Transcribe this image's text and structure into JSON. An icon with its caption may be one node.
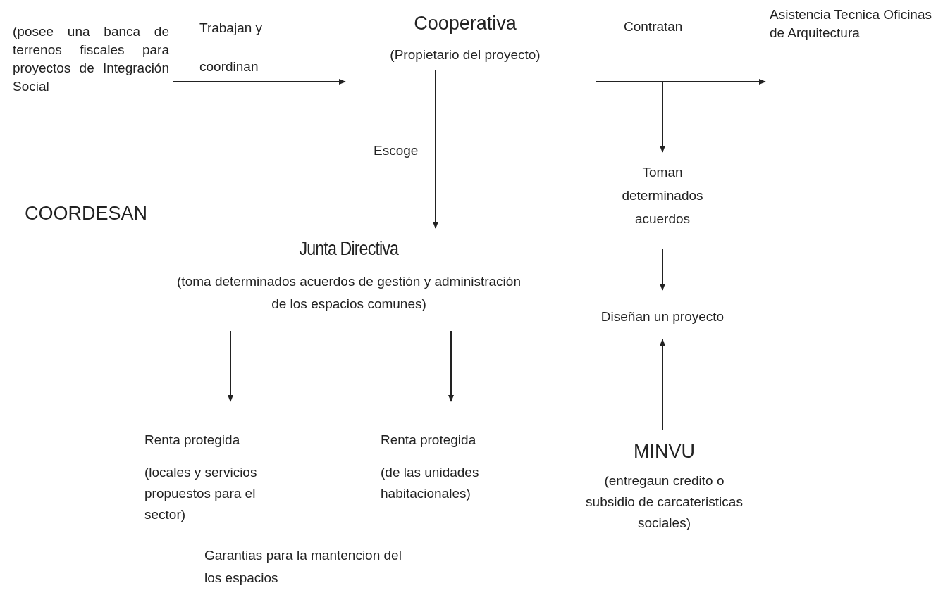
{
  "diagram": {
    "nodes": [
      {
        "text": [
          "(posee una banca de terrenos fiscales para proyectos de Integración Social"
        ]
      },
      {
        "text": [
          "Cooperativa",
          "(Propietario del proyecto)"
        ]
      },
      {
        "text": [
          "Asistencia Tecnica Oficinas de Arquitectura"
        ]
      },
      {
        "text": [
          "Junta Directiva",
          "(toma determinados acuerdos de gestión y administración de los espacios comunes)"
        ]
      },
      {
        "text": [
          "Toman determinados acuerdos"
        ]
      },
      {
        "text": [
          "Diseñan un proyecto"
        ]
      },
      {
        "text": [
          "Renta protegida",
          "(locales y servicios propuestos para el sector)"
        ]
      },
      {
        "text": [
          "Renta protegida",
          "(de las unidades habitacionales)"
        ]
      },
      {
        "text": [
          "MINVU",
          "(entregaun credito o subsidio de carcateristicas sociales)"
        ]
      }
    ],
    "edges": [
      {
        "from": 0,
        "to": 1,
        "arrow": "to",
        "label": "Trabajan y coordinan"
      },
      {
        "from": 1,
        "to": 2,
        "arrow": "to",
        "label": "Contratan"
      },
      {
        "from": 1,
        "to": 4,
        "arrow": "to"
      },
      {
        "from": 1,
        "to": 3,
        "arrow": "to",
        "label": "Escoge"
      },
      {
        "from": 4,
        "to": 5,
        "arrow": "to"
      },
      {
        "from": 3,
        "to": 6,
        "arrow": "to"
      },
      {
        "from": 3,
        "to": 7,
        "arrow": "to"
      },
      {
        "from": 8,
        "to": 5,
        "arrow": "to"
      }
    ],
    "labels": [
      "COORDESAN",
      "Garantias para la mantencion del los espacios"
    ]
  }
}
